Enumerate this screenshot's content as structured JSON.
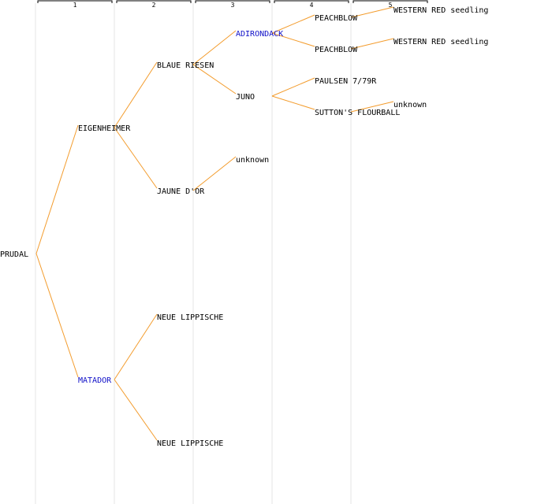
{
  "colors": {
    "background": "#ffffff",
    "column_line": "#e6e6e6",
    "bracket": "#000000",
    "connector": "#f39c2d",
    "label_default": "#000000",
    "label_highlight": "#1010c8"
  },
  "generations": [
    "1",
    "2",
    "3",
    "4",
    "5"
  ],
  "nodes": [
    {
      "id": "n0",
      "label": "PRUDAL",
      "gen": 0,
      "slot": 8,
      "highlight": false
    },
    {
      "id": "n1",
      "label": "EIGENHEIMER",
      "gen": 1,
      "slot": 4,
      "highlight": false
    },
    {
      "id": "n2",
      "label": "MATADOR",
      "gen": 1,
      "slot": 12,
      "highlight": true
    },
    {
      "id": "n3",
      "label": "BLAUE RIESEN",
      "gen": 2,
      "slot": 2,
      "highlight": false
    },
    {
      "id": "n4",
      "label": "JAUNE D'OR",
      "gen": 2,
      "slot": 6,
      "highlight": false
    },
    {
      "id": "n5",
      "label": "NEUE LIPPISCHE",
      "gen": 2,
      "slot": 10,
      "highlight": false
    },
    {
      "id": "n6",
      "label": "NEUE LIPPISCHE",
      "gen": 2,
      "slot": 14,
      "highlight": false
    },
    {
      "id": "n7",
      "label": "ADIRONDACK",
      "gen": 3,
      "slot": 1,
      "highlight": true
    },
    {
      "id": "n8",
      "label": "JUNO",
      "gen": 3,
      "slot": 3,
      "highlight": false
    },
    {
      "id": "n9",
      "label": "unknown",
      "gen": 3,
      "slot": 5,
      "highlight": false
    },
    {
      "id": "n10",
      "label": "PEACHBLOW",
      "gen": 4,
      "slot": 0.5,
      "highlight": false
    },
    {
      "id": "n11",
      "label": "PEACHBLOW",
      "gen": 4,
      "slot": 1.5,
      "highlight": false
    },
    {
      "id": "n12",
      "label": "PAULSEN 7/79R",
      "gen": 4,
      "slot": 2.5,
      "highlight": false
    },
    {
      "id": "n13",
      "label": "SUTTON'S FLOURBALL",
      "gen": 4,
      "slot": 3.5,
      "highlight": false
    },
    {
      "id": "n14",
      "label": "WESTERN RED seedling",
      "gen": 5,
      "slot": 0.25,
      "highlight": false
    },
    {
      "id": "n15",
      "label": "WESTERN RED seedling",
      "gen": 5,
      "slot": 1.25,
      "highlight": false
    },
    {
      "id": "n16",
      "label": "unknown",
      "gen": 5,
      "slot": 3.25,
      "highlight": false
    }
  ],
  "edges": [
    [
      "n0",
      "n1"
    ],
    [
      "n0",
      "n2"
    ],
    [
      "n1",
      "n3"
    ],
    [
      "n1",
      "n4"
    ],
    [
      "n2",
      "n5"
    ],
    [
      "n2",
      "n6"
    ],
    [
      "n3",
      "n7"
    ],
    [
      "n3",
      "n8"
    ],
    [
      "n4",
      "n9"
    ],
    [
      "n7",
      "n10"
    ],
    [
      "n7",
      "n11"
    ],
    [
      "n8",
      "n12"
    ],
    [
      "n8",
      "n13"
    ],
    [
      "n10",
      "n14"
    ],
    [
      "n11",
      "n15"
    ],
    [
      "n13",
      "n16"
    ]
  ]
}
